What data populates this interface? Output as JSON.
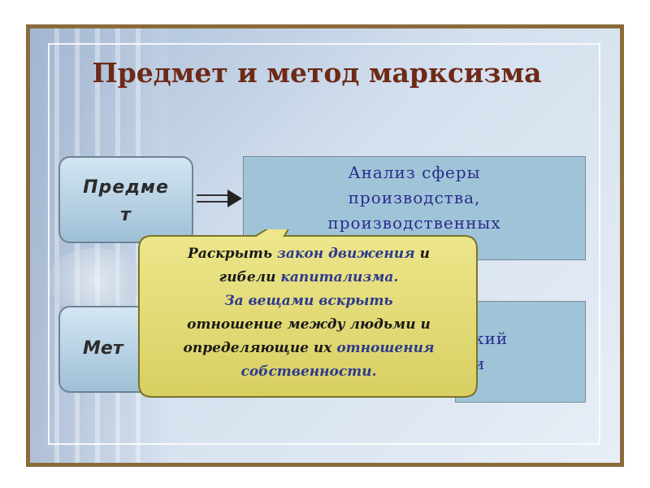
{
  "slide": {
    "title": "Предмет и метод марксизма",
    "subject_label_line1": "Предме",
    "subject_label_line2": "т",
    "method_label": "Мет",
    "subject_box_lines": [
      "Анализ сферы",
      "производства,",
      "производственных"
    ],
    "method_box_fragment1": "кий",
    "method_box_fragment2": "и"
  },
  "callout": {
    "line1_a": "Раскрыть ",
    "line1_b": "закон движения",
    "line1_c": " и",
    "line2_a": "гибели ",
    "line2_b": "капитализма.",
    "line3": "За вещами вскрыть",
    "line4": "отношение между людьми и",
    "line5_a": "определяющие их ",
    "line5_b": "отношения",
    "line6": "собственности."
  },
  "colors": {
    "frame": "#8b6a3b",
    "title": "#6e2a17",
    "box_fill": "#9fc4d8",
    "box_text": "#2c2c8c",
    "callout_fill": "#e3dc78"
  },
  "icons": {
    "arrow": "right-arrow-icon"
  }
}
